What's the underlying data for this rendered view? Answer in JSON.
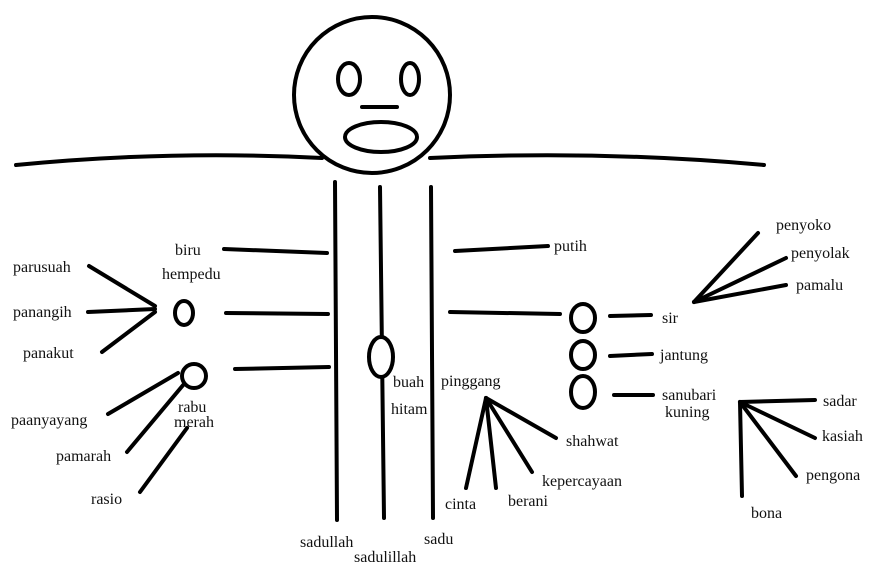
{
  "labels": {
    "biru": "biru",
    "hempedu": "hempedu",
    "parusuah": "parusuah",
    "panangih": "panangih",
    "panakut": "panakut",
    "rabu": "rabu",
    "merah": "merah",
    "paanyayang": "paanyayang",
    "pamarah": "pamarah",
    "rasio": "rasio",
    "putih": "putih",
    "sir": "sir",
    "jantung": "jantung",
    "sanubari": "sanubari",
    "kuning": "kuning",
    "penyoko": "penyoko",
    "penyolak": "penyolak",
    "pamalu": "pamalu",
    "sadar": "sadar",
    "kasiah": "kasiah",
    "pengona": "pengona",
    "bona": "bona",
    "buah": "buah",
    "hitam": "hitam",
    "pinggang": "pinggang",
    "shahwat": "shahwat",
    "kepercayaan": "kepercayaan",
    "cinta": "cinta",
    "berani": "berani",
    "sadullah": "sadullah",
    "sadulillah": "sadulillah",
    "sadu": "sadu"
  }
}
